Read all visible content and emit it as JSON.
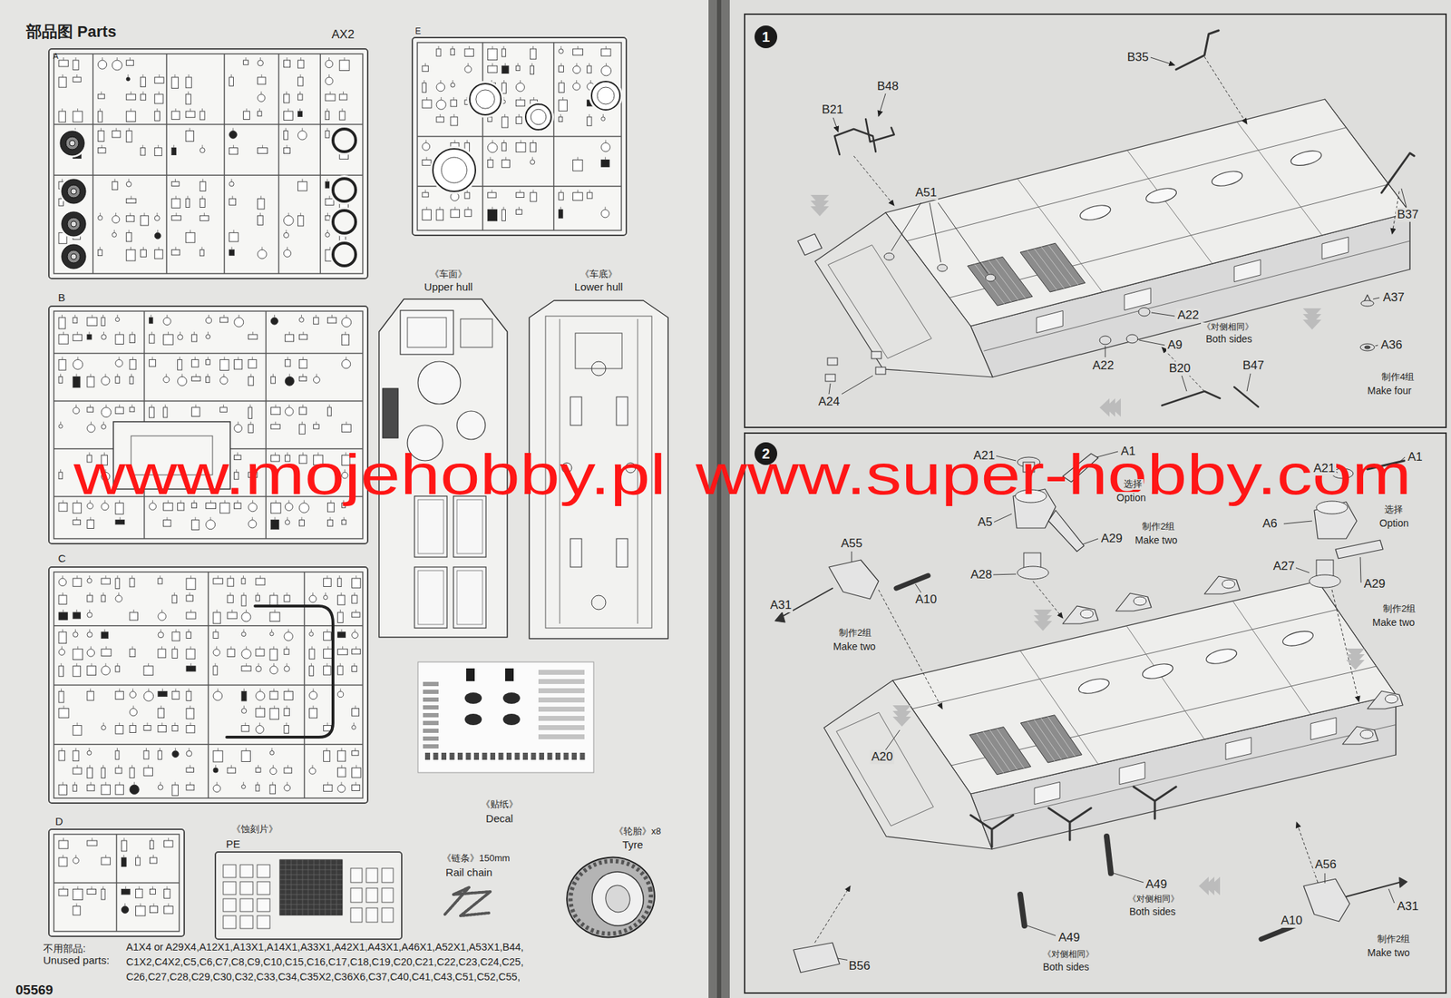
{
  "diagram": {
    "title": "部品图 Parts",
    "nodes": [
      {
        "text": [
          "A",
          "AX2"
        ]
      },
      {
        "text": [
          "B"
        ]
      },
      {
        "text": [
          "C"
        ]
      },
      {
        "text": [
          "D"
        ]
      },
      {
        "text": [
          "E"
        ]
      },
      {
        "text": [
          "《蚀刻片》",
          "PE"
        ]
      },
      {
        "text": [
          "1"
        ]
      },
      {
        "text": [
          "2"
        ]
      }
    ],
    "labels": [
      "《车面》",
      "Upper hull",
      "《车底》",
      "Lower hull",
      "《贴纸》",
      "Decal",
      "《链条》150mm",
      "Rail chain",
      "《轮胎》x8",
      "Tyre",
      "不用部品:",
      "Unused parts:",
      "A1X4 or A29X4,A12X1,A13X1,A14X1,A33X1,A42X1,A43X1,A46X1,A52X1,A53X1,B44, C1X2,C4X2,C5,C6,C7,C8,C9,C10,C15,C16,C17,C18,C19,C20,C21,C22,C23,C24,C25, C26,C27,C28,C29,C30,C32,C33,C34,C35X2,C36X6,C37,C40,C41,C43,C51,C52,C55,",
      "05569",
      "www.mojehobby.pl",
      "www.super-hobby.com",
      "B35",
      "B48",
      "B21",
      "A51",
      "B37",
      "A37",
      "A36",
      "制作4组",
      "Make four",
      "A22",
      "《对侧相同》",
      "Both sides",
      "A9",
      "A22",
      "B20",
      "B47",
      "A24",
      "A21",
      "A1",
      "选择",
      "Option",
      "A5",
      "A29",
      "制作2组",
      "Make two",
      "A28",
      "A55",
      "A10",
      "A31",
      "制作2组",
      "Make two",
      "A21",
      "A1",
      "A6",
      "选择",
      "Option",
      "A27",
      "A29",
      "制作2组",
      "Make two",
      "A20",
      "A49",
      "《对侧相同》",
      "Both sides",
      "A49",
      "《对侧相同》",
      "Both sides",
      "B56",
      "A56",
      "A31",
      "A10",
      "制作2组",
      "Make two"
    ]
  }
}
